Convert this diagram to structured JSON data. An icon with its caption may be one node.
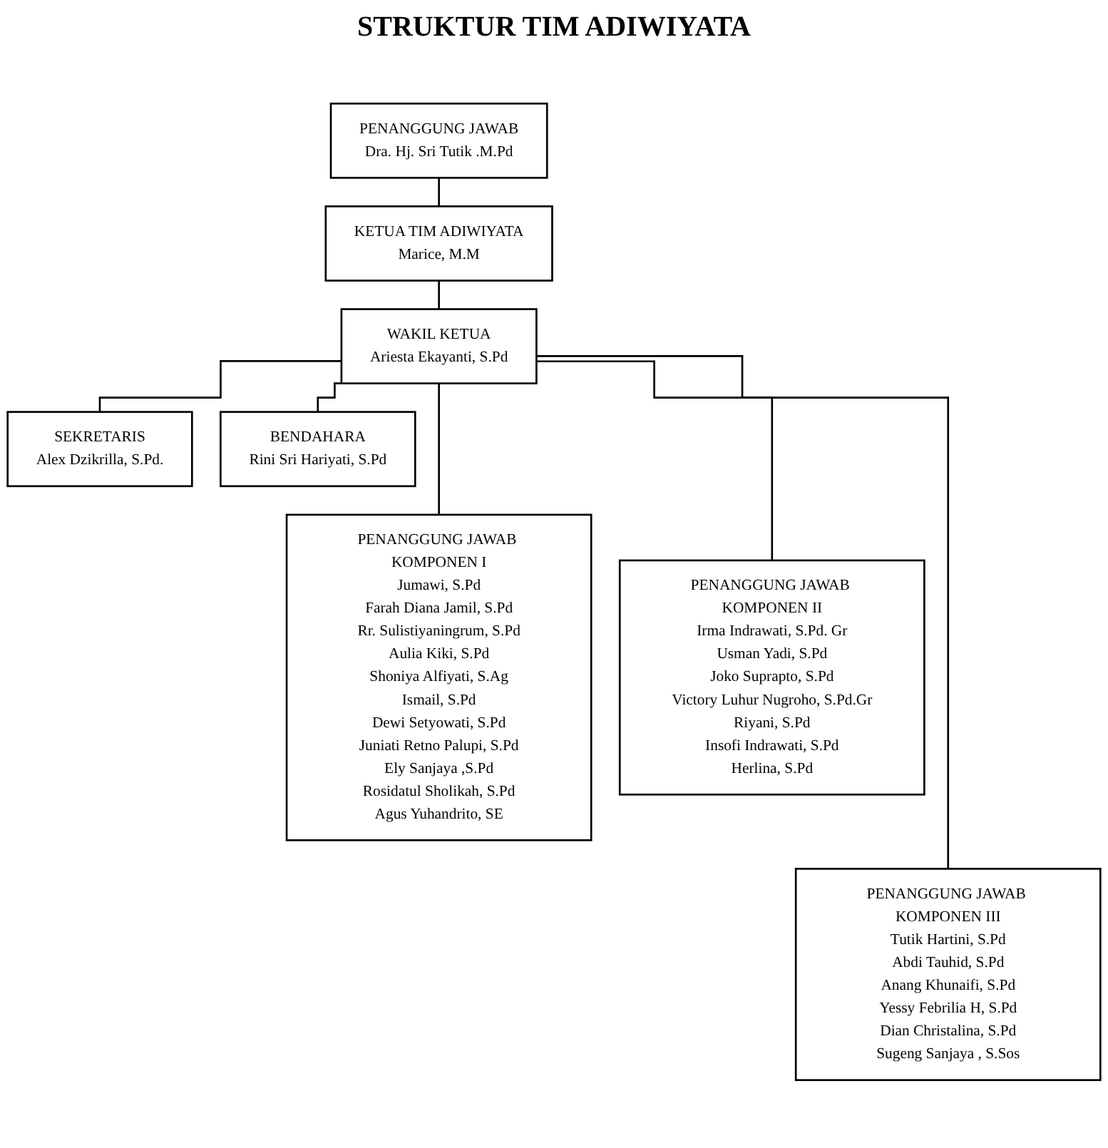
{
  "diagram": {
    "title": "STRUKTUR TIM ADIWIYATA",
    "nodes": [
      {
        "text": [
          "PENANGGUNG JAWAB",
          "Dra. Hj. Sri Tutik .M.Pd"
        ]
      },
      {
        "text": [
          "KETUA TIM ADIWIYATA",
          "Marice, M.M"
        ]
      },
      {
        "text": [
          "WAKIL KETUA",
          "Ariesta Ekayanti, S.Pd"
        ]
      },
      {
        "text": [
          "SEKRETARIS",
          "Alex Dzikrilla, S.Pd."
        ]
      },
      {
        "text": [
          "BENDAHARA",
          "Rini Sri Hariyati, S.Pd"
        ]
      },
      {
        "text": [
          "PENANGGUNG JAWAB KOMPONEN I",
          "Jumawi, S.Pd",
          "Farah Diana Jamil, S.Pd",
          "Rr. Sulistiyaningrum, S.Pd",
          "Aulia Kiki, S.Pd",
          "Shoniya Alfiyati, S.Ag",
          "Ismail, S.Pd",
          "Dewi Setyowati, S.Pd",
          "Juniati Retno Palupi, S.Pd",
          "Ely Sanjaya ,S.Pd",
          "Rosidatul Sholikah, S.Pd",
          "Agus Yuhandrito, SE"
        ]
      },
      {
        "text": [
          "PENANGGUNG JAWAB KOMPONEN II",
          "Irma Indrawati, S.Pd. Gr",
          "Usman Yadi, S.Pd",
          "Joko Suprapto, S.Pd",
          "Victory Luhur Nugroho, S.Pd.Gr",
          "Riyani, S.Pd",
          "Insofi Indrawati, S.Pd",
          "Herlina, S.Pd"
        ]
      },
      {
        "text": [
          "PENANGGUNG JAWAB KOMPONEN III",
          "Tutik Hartini, S.Pd",
          "Abdi Tauhid, S.Pd",
          "Anang Khunaifi, S.Pd",
          "Yessy Febrilia H, S.Pd",
          "Dian Christalina, S.Pd",
          "Sugeng Sanjaya , S.Sos"
        ]
      }
    ],
    "edges": [
      {
        "from": 0,
        "to": 1,
        "arrow": "none"
      },
      {
        "from": 1,
        "to": 2,
        "arrow": "none"
      },
      {
        "from": 2,
        "to": 3,
        "arrow": "none"
      },
      {
        "from": 2,
        "to": 4,
        "arrow": "none"
      },
      {
        "from": 2,
        "to": 5,
        "arrow": "none"
      },
      {
        "from": 2,
        "to": 6,
        "arrow": "none"
      },
      {
        "from": 2,
        "to": 7,
        "arrow": "none"
      }
    ]
  }
}
